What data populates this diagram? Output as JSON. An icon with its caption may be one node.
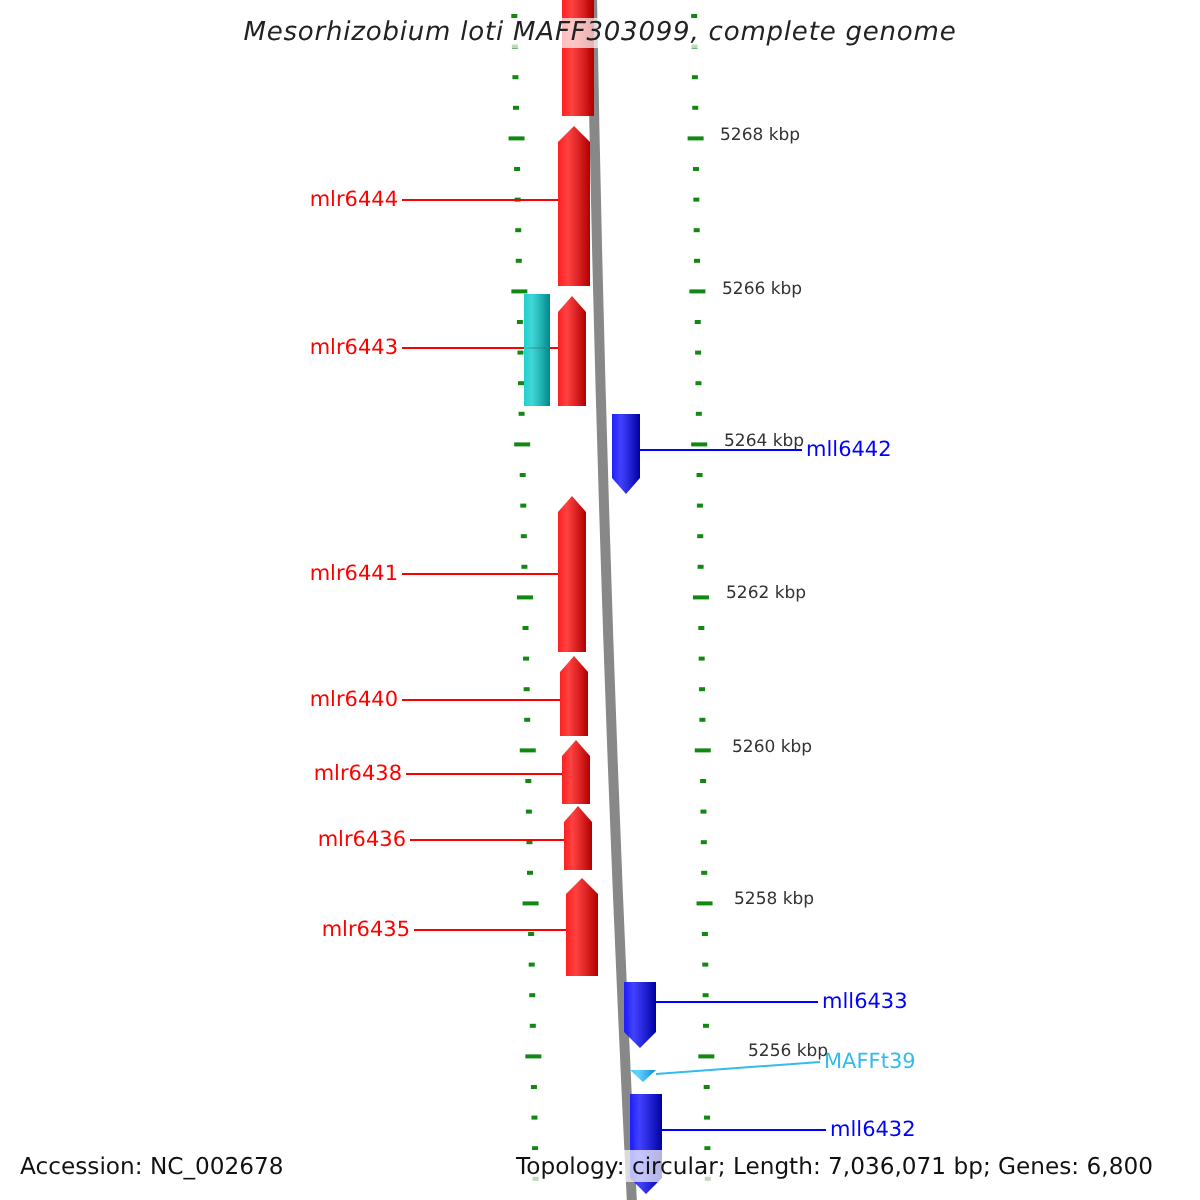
{
  "diagram": {
    "title": "Mesorhizobium loti MAFF303099, complete genome",
    "nodes": [
      {
        "text": [],
        "shape": "bar"
      },
      {
        "text": [],
        "shape": "arrow"
      },
      {
        "text": [
          "mlr6444"
        ]
      },
      {
        "text": [],
        "shape": "bar"
      },
      {
        "text": [],
        "shape": "arrow"
      },
      {
        "text": [
          "mlr6443"
        ]
      },
      {
        "text": [],
        "shape": "arrow"
      },
      {
        "text": [
          "mll6442"
        ]
      },
      {
        "text": [],
        "shape": "arrow"
      },
      {
        "text": [
          "mlr6441"
        ]
      },
      {
        "text": [],
        "shape": "arrow"
      },
      {
        "text": [
          "mlr6440"
        ]
      },
      {
        "text": [
          "mlr6438"
        ]
      },
      {
        "text": [],
        "shape": "arrow"
      },
      {
        "text": [],
        "shape": "arrow"
      },
      {
        "text": [
          "mlr6436"
        ]
      },
      {
        "text": [],
        "shape": "arrow"
      },
      {
        "text": [
          "mlr6435"
        ]
      },
      {
        "text": [],
        "shape": "arrow"
      },
      {
        "text": [
          "mll6433"
        ]
      },
      {
        "text": [
          "MAFFt39"
        ]
      },
      {
        "text": [],
        "shape": "triangle"
      },
      {
        "text": [],
        "shape": "arrow"
      },
      {
        "text": [
          "mll6432"
        ]
      }
    ],
    "edges": [
      {
        "from": 2,
        "to": 1,
        "arrow": "none"
      },
      {
        "from": 5,
        "to": 4,
        "arrow": "none"
      },
      {
        "from": 7,
        "to": 6,
        "arrow": "none",
        "color": "#0000ff"
      },
      {
        "from": 9,
        "to": 8,
        "arrow": "none"
      },
      {
        "from": 11,
        "to": 10,
        "arrow": "none"
      },
      {
        "from": 12,
        "to": 13,
        "arrow": "none"
      },
      {
        "from": 15,
        "to": 14,
        "arrow": "none"
      },
      {
        "from": 17,
        "to": 16,
        "arrow": "none"
      },
      {
        "from": 19,
        "to": 18,
        "arrow": "none",
        "color": "#0000ff"
      },
      {
        "from": 20,
        "to": 21,
        "arrow": "none",
        "color": "#33bbee"
      },
      {
        "from": 23,
        "to": 22,
        "arrow": "none",
        "color": "#0000ff"
      }
    ],
    "labels": [
      "5268 kbp",
      "5266 kbp",
      "5264 kbp",
      "5262 kbp",
      "5260 kbp",
      "5258 kbp",
      "5256 kbp",
      "Accession: NC_002678",
      "Topology: circular; Length: 7,036,071 bp; Genes: 6,800"
    ]
  }
}
